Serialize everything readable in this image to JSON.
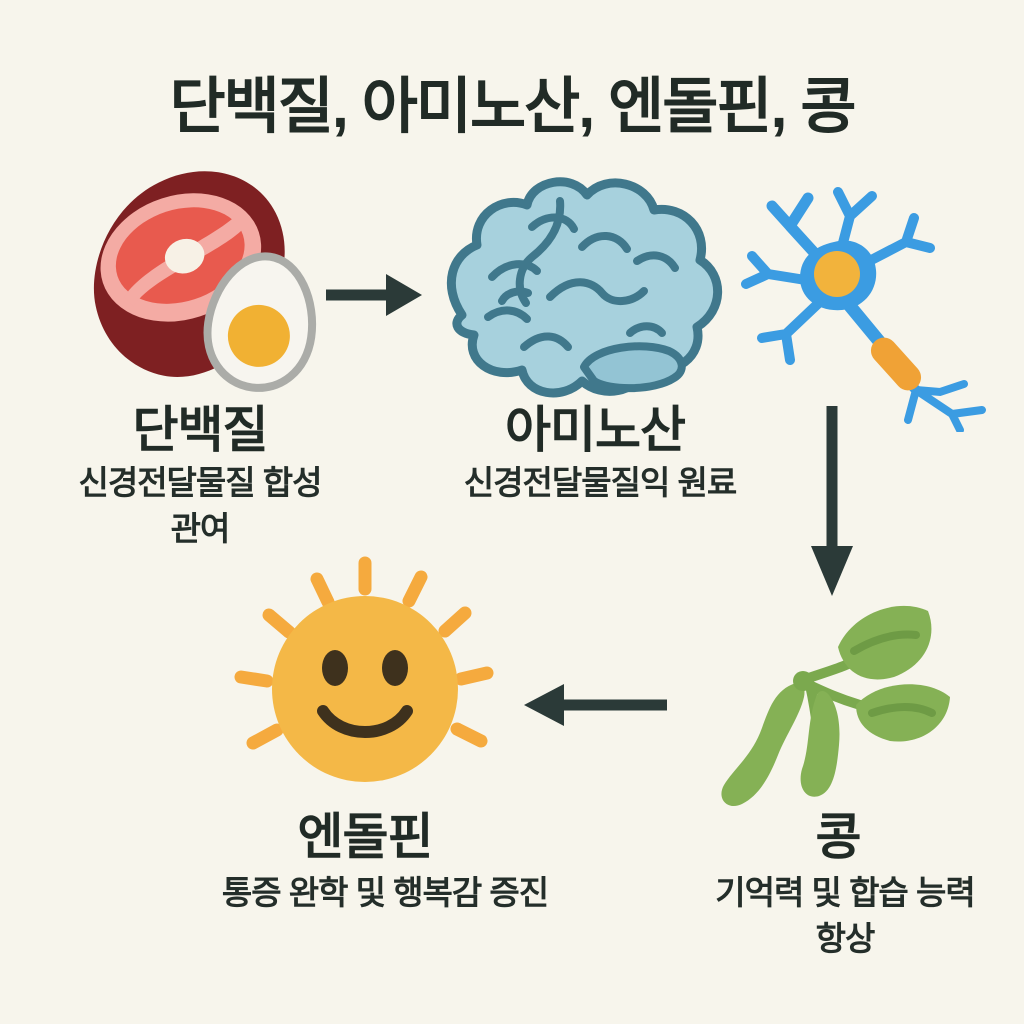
{
  "title": "단백질, 아미노산, 엔돌핀, 콩",
  "nodes": {
    "protein": {
      "label": "단백질",
      "desc_lines": [
        "신경전달물질 합성",
        "관여"
      ],
      "icon": "steak-and-egg-icon"
    },
    "amino_acid": {
      "label": "아미노산",
      "desc_lines": [
        "신경전달물질익 원료"
      ],
      "icon": "brain-icon"
    },
    "neuron_illustration": {
      "icon": "neuron-icon"
    },
    "bean": {
      "label": "콩",
      "desc_lines": [
        "기억력 및 합습 능력",
        "항상"
      ],
      "icon": "soybean-icon"
    },
    "endorphin": {
      "label": "엔돌핀",
      "desc_lines": [
        "통증 완학 및 행복감 증진"
      ],
      "icon": "sun-smiley-icon"
    }
  },
  "arrows": [
    {
      "name": "arrow-protein-to-amino",
      "direction": "right"
    },
    {
      "name": "arrow-neuron-to-bean",
      "direction": "down"
    },
    {
      "name": "arrow-bean-to-endorphin",
      "direction": "left"
    }
  ],
  "colors": {
    "background": "#f7f5ec",
    "text": "#212b26",
    "arrow": "#2b3a38",
    "meat_rim": "#7e2022",
    "meat_pink": "#f4aba4",
    "meat_red": "#e85a4e",
    "meat_fat": "#f7f1e6",
    "egg_white": "#f7f5ef",
    "egg_outline": "#abaca8",
    "egg_yolk": "#f1b133",
    "brain_fill": "#a7d1dd",
    "brain_line": "#40788c",
    "neuron_blue": "#3b9ce2",
    "nucleus_orange": "#f2b33c",
    "myelin_orange": "#f0a236",
    "sun_fill": "#f4b847",
    "sun_ray": "#f5aa3e",
    "sun_face": "#3e311d",
    "bean_green": "#85b155",
    "bean_vein": "#6e9b45"
  }
}
